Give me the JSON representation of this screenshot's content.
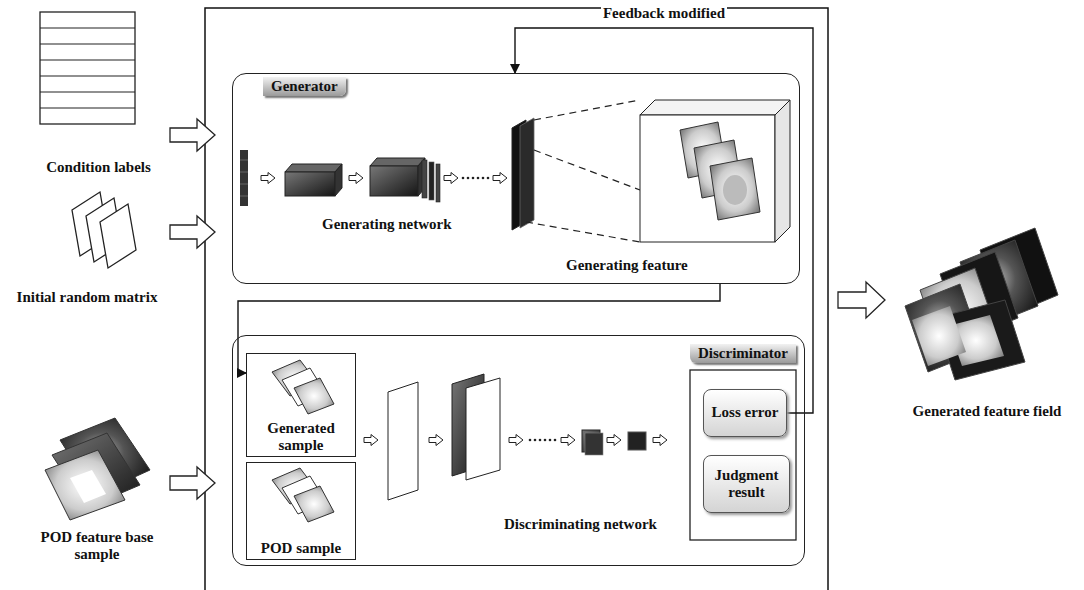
{
  "diagram": {
    "nodes": [
      {
        "text": [
          "Generator"
        ]
      },
      {
        "text": [
          "Discriminator"
        ]
      },
      {
        "text": [
          "Generated sample"
        ],
        "in": 1
      },
      {
        "text": [
          "POD sample"
        ],
        "in": 1
      },
      {
        "text": [
          "Loss error"
        ],
        "in": 1
      },
      {
        "text": [
          "Judgment result"
        ],
        "in": 1
      },
      {
        "text": [
          "Condition labels"
        ]
      },
      {
        "text": [
          "Initial random matrix"
        ]
      },
      {
        "text": [
          "POD feature base sample"
        ]
      },
      {
        "text": [
          "Generated feature field"
        ]
      }
    ],
    "edges": [
      {
        "from": 6,
        "to": 0,
        "arrow": "to"
      },
      {
        "from": 7,
        "to": 0,
        "arrow": "to"
      },
      {
        "from": 8,
        "to": 1,
        "arrow": "to"
      },
      {
        "from": 0,
        "to": 2,
        "arrow": "to"
      },
      {
        "from": 4,
        "to": 0,
        "label": "Feedback modified",
        "arrow": "to"
      }
    ],
    "labels": [
      "Generating network",
      "Generating feature",
      "Discriminating network"
    ]
  }
}
